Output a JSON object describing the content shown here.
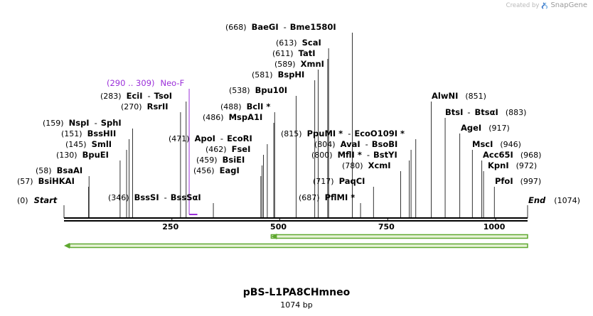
{
  "credit": {
    "prefix": "Created by",
    "brand": "SnapGene"
  },
  "map": {
    "name": "pBS-L1PA8CHmneo",
    "length_label": "1074 bp",
    "length": 1074,
    "start": {
      "pos": "(0)",
      "label": "Start"
    },
    "end": {
      "pos": "(1074)",
      "label": "End"
    },
    "ticks": [
      {
        "value": 250,
        "label": "250"
      },
      {
        "value": 500,
        "label": "500"
      },
      {
        "value": 750,
        "label": "750"
      },
      {
        "value": 1000,
        "label": "1000"
      }
    ],
    "primer": {
      "range": "(290 .. 309)",
      "name": "Neo-F",
      "start": 290,
      "end": 309,
      "color": "#9b30d9"
    },
    "features": [
      {
        "name": "forward-arrow",
        "start": 480,
        "end": 1074,
        "direction": "forward",
        "color": "#5fa830"
      },
      {
        "name": "reverse-arrow",
        "start": 0,
        "end": 1074,
        "direction": "reverse",
        "color": "#5fa830"
      }
    ],
    "sites": [
      {
        "pos": "(57)",
        "names": [
          "BsiHKAI"
        ]
      },
      {
        "pos": "(58)",
        "names": [
          "BsaAI"
        ]
      },
      {
        "pos": "(130)",
        "names": [
          "BpuEI"
        ]
      },
      {
        "pos": "(145)",
        "names": [
          "SmlI"
        ]
      },
      {
        "pos": "(151)",
        "names": [
          "BssHII"
        ]
      },
      {
        "pos": "(159)",
        "names": [
          "NspI",
          "SphI"
        ]
      },
      {
        "pos": "(270)",
        "names": [
          "RsrII"
        ]
      },
      {
        "pos": "(283)",
        "names": [
          "EciI",
          "TsoI"
        ]
      },
      {
        "pos": "(346)",
        "names": [
          "BssSI",
          "BssSαI"
        ]
      },
      {
        "pos": "(456)",
        "names": [
          "EagI"
        ]
      },
      {
        "pos": "(459)",
        "names": [
          "BsiEI"
        ]
      },
      {
        "pos": "(462)",
        "names": [
          "FseI"
        ]
      },
      {
        "pos": "(471)",
        "names": [
          "ApoI",
          "EcoRI"
        ]
      },
      {
        "pos": "(486)",
        "names": [
          "MspA1I"
        ]
      },
      {
        "pos": "(488)",
        "names": [
          "BclI *"
        ]
      },
      {
        "pos": "(538)",
        "names": [
          "Bpu10I"
        ]
      },
      {
        "pos": "(581)",
        "names": [
          "BspHI"
        ]
      },
      {
        "pos": "(589)",
        "names": [
          "XmnI"
        ]
      },
      {
        "pos": "(611)",
        "names": [
          "TatI"
        ]
      },
      {
        "pos": "(613)",
        "names": [
          "ScaI"
        ]
      },
      {
        "pos": "(668)",
        "names": [
          "BaeGI",
          "Bme1580I"
        ]
      },
      {
        "pos": "(687)",
        "names": [
          "PflMI *"
        ]
      },
      {
        "pos": "(717)",
        "names": [
          "PaqCI"
        ]
      },
      {
        "pos": "(780)",
        "names": [
          "XcmI"
        ]
      },
      {
        "pos": "(800)",
        "names": [
          "MflI *",
          "BstYI"
        ]
      },
      {
        "pos": "(804)",
        "names": [
          "AvaI",
          "BsoBI"
        ]
      },
      {
        "pos": "(815)",
        "names": [
          "PpuMI *",
          "EcoO109I *"
        ]
      },
      {
        "pos": "(851)",
        "names": [
          "AlwNI"
        ]
      },
      {
        "pos": "(883)",
        "names": [
          "BtsI",
          "BtsαI"
        ]
      },
      {
        "pos": "(917)",
        "names": [
          "AgeI"
        ]
      },
      {
        "pos": "(946)",
        "names": [
          "MscI"
        ]
      },
      {
        "pos": "(968)",
        "names": [
          "Acc65I"
        ]
      },
      {
        "pos": "(972)",
        "names": [
          "KpnI"
        ]
      },
      {
        "pos": "(997)",
        "names": [
          "PfoI"
        ]
      }
    ]
  }
}
